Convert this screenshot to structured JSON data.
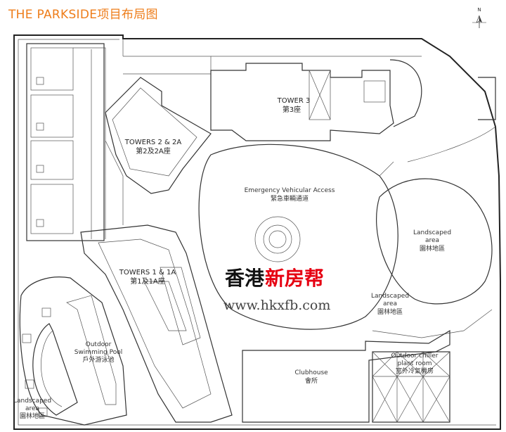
{
  "title": "THE PARKSIDE项目布局图",
  "north_label": "N",
  "labels": {
    "towers_2": {
      "en": "TOWERS 2 & 2A",
      "zh": "第2及2A座"
    },
    "tower_3": {
      "en": "TOWER 3",
      "zh": "第3座"
    },
    "eva": {
      "en": "Emergency Vehicular Access",
      "zh": "緊急車輛通道"
    },
    "landscape_right": {
      "en1": "Landscaped",
      "en2": "area",
      "zh": "園林地區"
    },
    "landscape_mid": {
      "en1": "Landscaped",
      "en2": "area",
      "zh": "園林地區"
    },
    "landscape_left": {
      "en1": "Landscaped",
      "en2": "area",
      "zh": "園林地區"
    },
    "towers_1": {
      "en": "TOWERS 1 & 1A",
      "zh": "第1及1A座"
    },
    "pool": {
      "en1": "Outdoor",
      "en2": "Swimming Pool",
      "zh": "戶外游泳池"
    },
    "clubhouse": {
      "en": "Clubhouse",
      "zh": "會所"
    },
    "chiller": {
      "en1": "Outdoor chiller",
      "en2": "plant room",
      "zh": "室外冷氣機房"
    }
  },
  "watermark": {
    "part1": "香港",
    "part2": "新房帮",
    "url": "www.hkxfb.com",
    "color1": "#111111",
    "color2": "#e60012"
  },
  "colors": {
    "title": "#ee7d1a",
    "lines": "#333333"
  }
}
